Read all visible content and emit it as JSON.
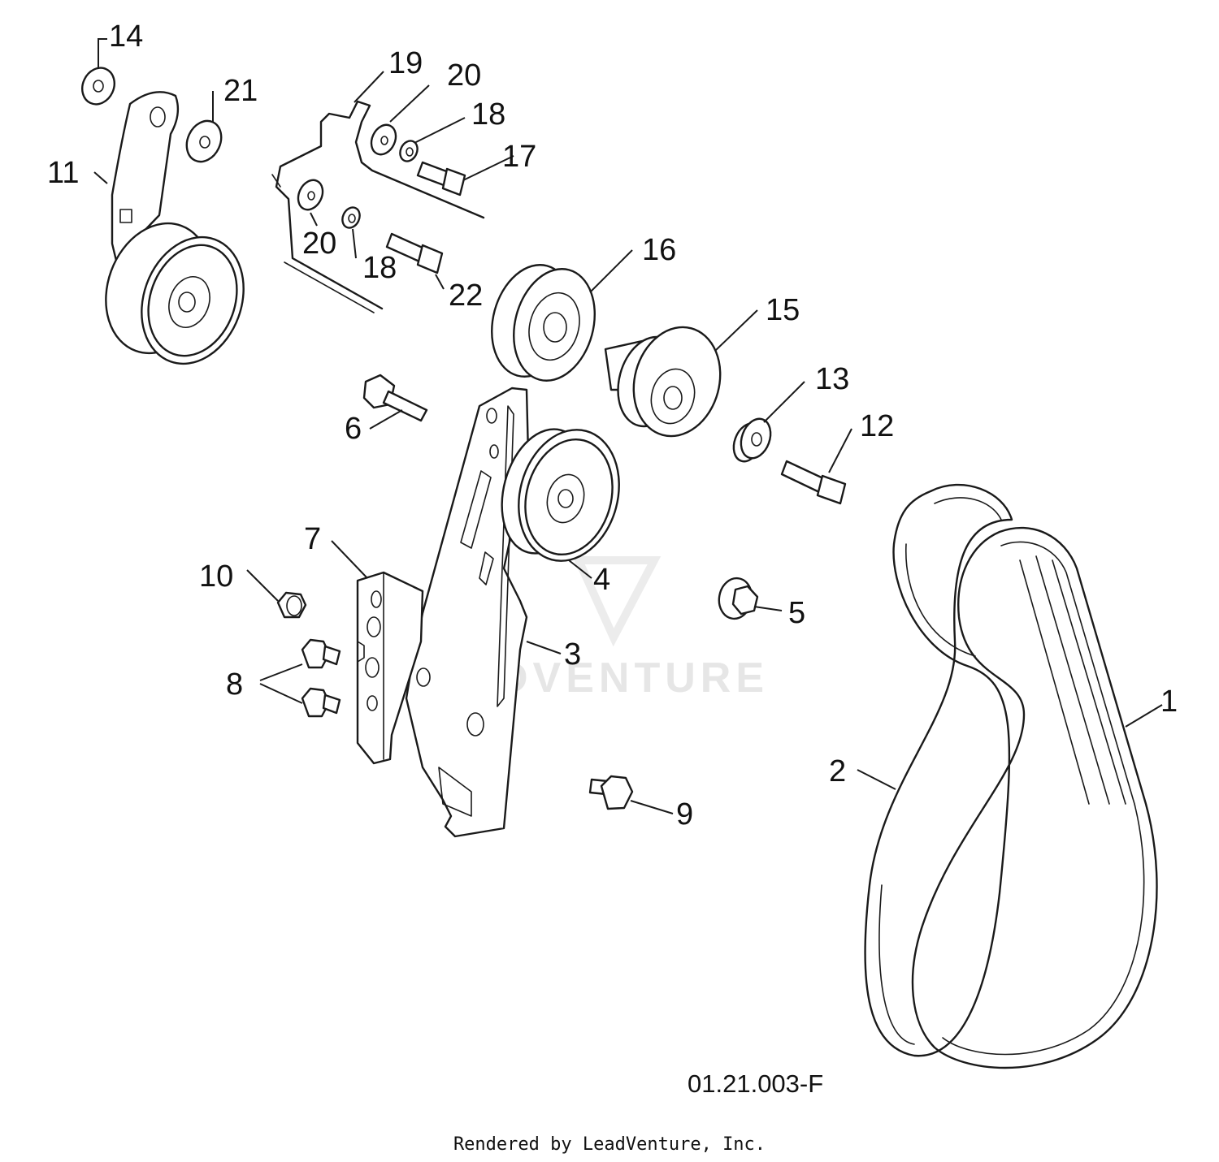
{
  "diagram": {
    "drawing_code": "01.21.003-F",
    "footer": "Rendered by LeadVenture, Inc.",
    "watermark": "LEADVENTURE",
    "callouts": {
      "c1": "1",
      "c2": "2",
      "c3": "3",
      "c4": "4",
      "c5": "5",
      "c6": "6",
      "c7": "7",
      "c8": "8",
      "c9": "9",
      "c10": "10",
      "c11": "11",
      "c12": "12",
      "c13": "13",
      "c14": "14",
      "c15": "15",
      "c16": "16",
      "c17": "17",
      "c18a": "18",
      "c18b": "18",
      "c19": "19",
      "c20a": "20",
      "c20b": "20",
      "c21": "21",
      "c22": "22"
    }
  }
}
